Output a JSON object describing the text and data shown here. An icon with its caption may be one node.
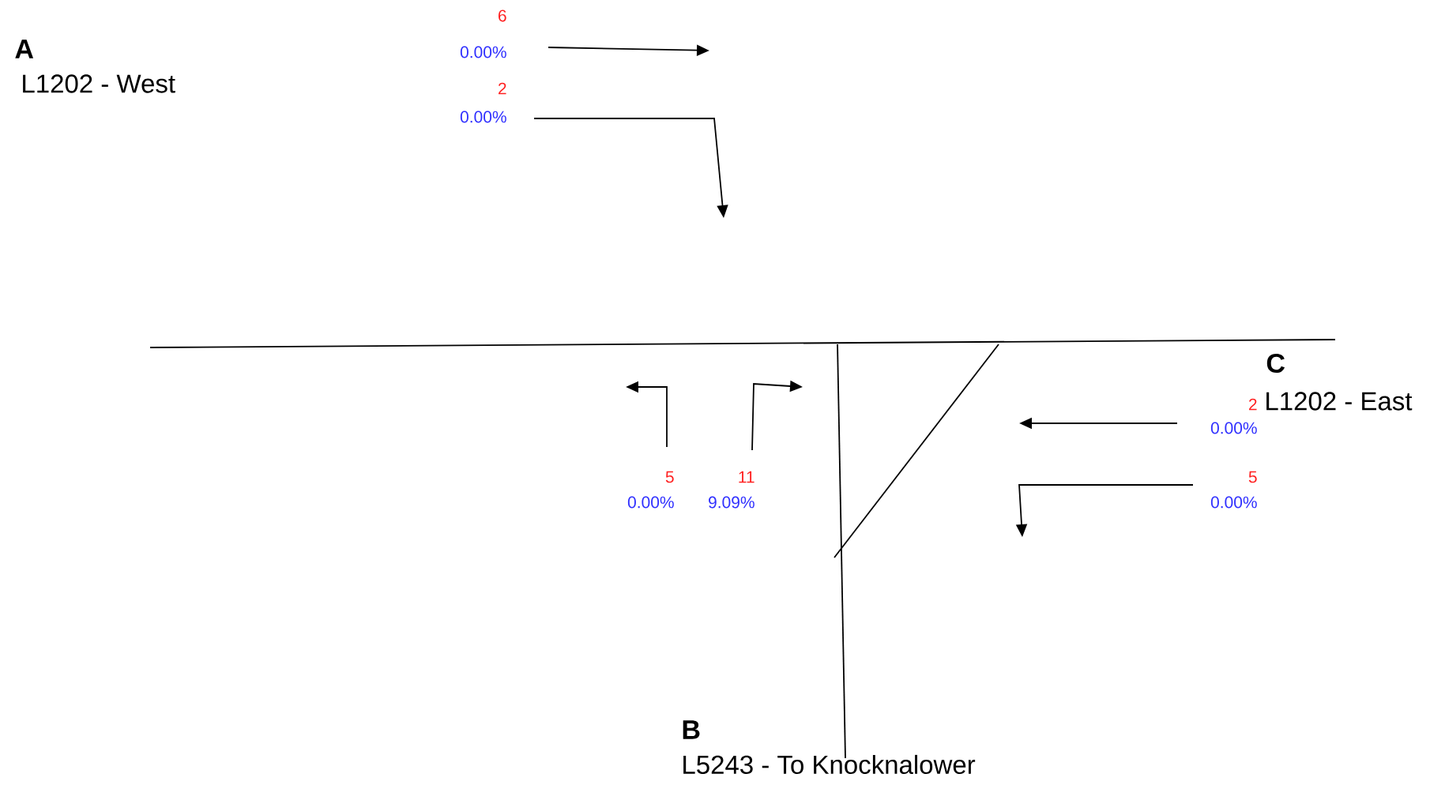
{
  "diagram": {
    "labels": [
      "6",
      "0.00%",
      "A",
      "L1202 - West",
      "2",
      "0.00%",
      "C",
      "2",
      "L1202 - East",
      "0.00%",
      "5",
      "0.00%",
      "11",
      "9.09%",
      "5",
      "0.00%",
      "B",
      "L5243 - To Knocknalower"
    ]
  }
}
